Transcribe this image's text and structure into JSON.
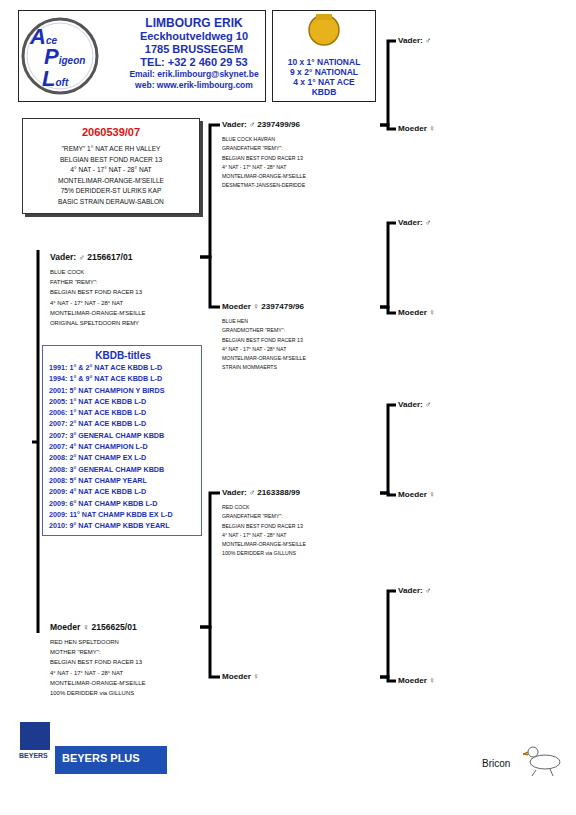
{
  "diagram": {
    "nodes": [
      {
        "text": [
          "LIMBOURG ERIK",
          "Eeckhoutveldweg 10",
          "1785 BRUSSEGEM",
          "TEL: +32 2 460 29 53",
          "Email: erik.limbourg@skynet.be",
          "web: www.erik-limbourg.com"
        ]
      },
      {
        "text": [
          "10 x 1° NATIONAL",
          "9 x 2° NATIONAL",
          "4 x 1° NAT ACE",
          "KBDB"
        ]
      },
      {
        "text": [
          "2060539/07",
          "\"REMY\" 1° NAT ACE RH VALLEY",
          "BELGIAN BEST FOND RACER 13",
          "4° NAT - 17° NAT - 28° NAT",
          "MONTELIMAR-ORANGE-M'SEILLE",
          "75% DERIDDER-ST ULRIKS KAP",
          "BASIC STRAIN DERAUW-SABLON"
        ]
      },
      {
        "text": [
          "Vader: ♂ 2156617/01",
          "BLUE COCK",
          "FATHER \"REMY\":",
          "BELGIAN BEST FOND RACER 13",
          "4° NAT - 17° NAT - 28° NAT",
          "MONTELIMAR-ORANGE-M'SEILLE",
          "ORIGINAL SPELTDOORN REMY"
        ]
      },
      {
        "text": [
          "KBDB-titles",
          "1991: 1° & 2° NAT ACE KBDB L-D",
          "1994: 1° & 9° NAT ACE KBDB L-D",
          "2001: 5° NAT CHAMPION Y BIRDS",
          "2005: 1° NAT ACE KBDB L-D",
          "2006: 1° NAT ACE KBDB L-D",
          "2007: 2° NAT ACE KBDB L-D",
          "2007: 3° GENERAL CHAMP KBDB",
          "2007: 4° NAT CHAMPION L-D",
          "2008: 2° NAT CHAMP EX L-D",
          "2008: 3° GENERAL CHAMP KBDB",
          "2008: 5° NAT CHAMP YEARL",
          "2009: 4° NAT ACE KBDB L-D",
          "2009: 6° NAT CHAMP KBDB L-D",
          "2009: 11° NAT CHAMP KBDB EX L-D",
          "2010: 9° NAT CHAMP KBDB YEARL"
        ]
      },
      {
        "text": [
          "Moeder ♀ 2156625/01",
          "RED HEN SPELTDOORN",
          "MOTHER \"REMY\":",
          "BELGIAN BEST FOND RACER 13",
          "4° NAT - 17° NAT - 28° NAT",
          "MONTELIMAR-ORANGE-M'SEILLE",
          "100% DERIDDER via GILLUNS"
        ]
      },
      {
        "text": [
          "Vader: ♂ 2397499/96",
          "BLUE COCK HAVRAN",
          "GRANDFATHER \"REMY\":",
          "BELGIAN BEST FOND RACER 13",
          "4° NAT - 17° NAT - 28° NAT",
          "MONTELIMAR-ORANGE-M'SEILLE",
          "DESMETMAT-JANSSEN-DERIDDE"
        ]
      },
      {
        "text": [
          "Moeder ♀ 2397479/96",
          "BLUE HEN",
          "GRANDMOTHER \"REMY\":",
          "BELGIAN BEST FOND RACER 13",
          "4° NAT - 17° NAT - 28° NAT",
          "MONTELIMAR-ORANGE-M'SEILLE",
          "STRAIN MOMMAERTS"
        ]
      },
      {
        "text": [
          "Vader: ♂ 2163388/99",
          "RED COCK",
          "GRANDFATHER \"REMY\":",
          "BELGIAN BEST FOND RACER 13",
          "4° NAT - 17° NAT - 28° NAT",
          "MONTELIMAR-ORANGE-M'SEILLE",
          "100% DERIDDER via GILLUNS"
        ]
      },
      {
        "text": [
          "Moeder ♀"
        ]
      },
      {
        "text": [
          "Vader: ♂"
        ]
      },
      {
        "text": [
          "Moeder ♀"
        ]
      },
      {
        "text": [
          "Vader: ♂"
        ]
      },
      {
        "text": [
          "Moeder ♀"
        ]
      },
      {
        "text": [
          "Vader: ♂"
        ]
      },
      {
        "text": [
          "Moeder ♀"
        ]
      },
      {
        "text": [
          "Vader: ♂"
        ]
      },
      {
        "text": [
          "Moeder ♀"
        ]
      }
    ],
    "edges": [
      {
        "from": 3,
        "to": 6,
        "arrow": "none"
      },
      {
        "from": 3,
        "to": 7,
        "arrow": "none"
      },
      {
        "from": 5,
        "to": 8,
        "arrow": "none"
      },
      {
        "from": 5,
        "to": 9,
        "arrow": "none"
      },
      {
        "from": 6,
        "to": 10,
        "arrow": "none"
      },
      {
        "from": 6,
        "to": 11,
        "arrow": "none"
      },
      {
        "from": 7,
        "to": 12,
        "arrow": "none"
      },
      {
        "from": 7,
        "to": 13,
        "arrow": "none"
      },
      {
        "from": 8,
        "to": 14,
        "arrow": "none"
      },
      {
        "from": 8,
        "to": 15,
        "arrow": "none"
      },
      {
        "from": 9,
        "to": 16,
        "arrow": "none"
      },
      {
        "from": 9,
        "to": 17,
        "arrow": "none"
      }
    ],
    "labels": [
      "Ace",
      "Pigeon",
      "Loft",
      "BEYERS",
      "BEYERS PLUS",
      "Bricon"
    ]
  }
}
